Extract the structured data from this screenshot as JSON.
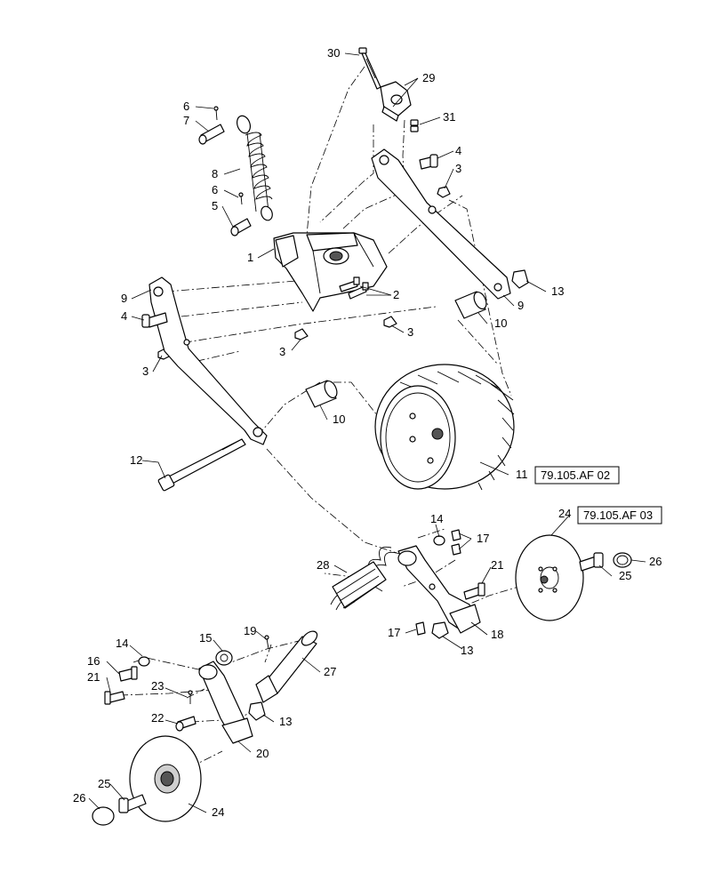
{
  "diagram": {
    "callouts": [
      "30",
      "29",
      "31",
      "6",
      "7",
      "8",
      "6",
      "5",
      "4",
      "3",
      "1",
      "2",
      "9",
      "4",
      "3",
      "3",
      "3",
      "13",
      "9",
      "10",
      "10",
      "12",
      "11",
      "14",
      "17",
      "28",
      "21",
      "24",
      "25",
      "26",
      "15",
      "19",
      "14",
      "16",
      "21",
      "23",
      "22",
      "27",
      "13",
      "17",
      "13",
      "18",
      "20",
      "25",
      "26",
      "24"
    ],
    "references": {
      "wheel": "79.105.AF 02",
      "disc": "79.105.AF 03"
    }
  }
}
